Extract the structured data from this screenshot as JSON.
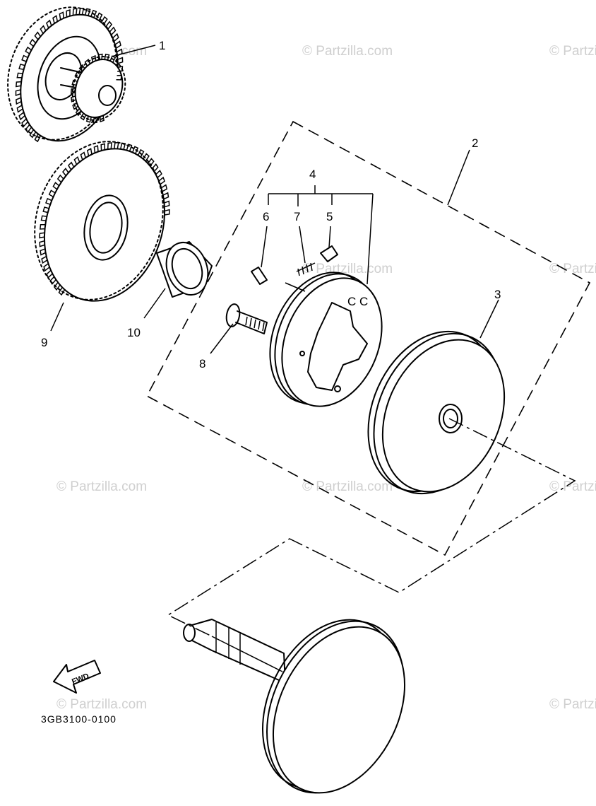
{
  "callouts": {
    "c1": "1",
    "c2": "2",
    "c3": "3",
    "c4": "4",
    "c5": "5",
    "c6": "6",
    "c7": "7",
    "c8": "8",
    "c9": "9",
    "c10": "10"
  },
  "part_code": "3GB3100-0100",
  "fwd_label": "FWD",
  "watermark": "© Partzilla.com"
}
